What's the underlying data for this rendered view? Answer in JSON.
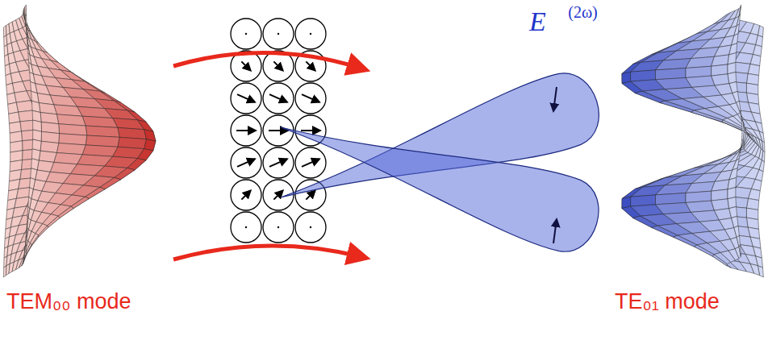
{
  "diagram": {
    "labels": [
      "TEM₀₀ mode",
      "TE₀₁ mode",
      "E⃗",
      "(2ω)"
    ]
  }
}
